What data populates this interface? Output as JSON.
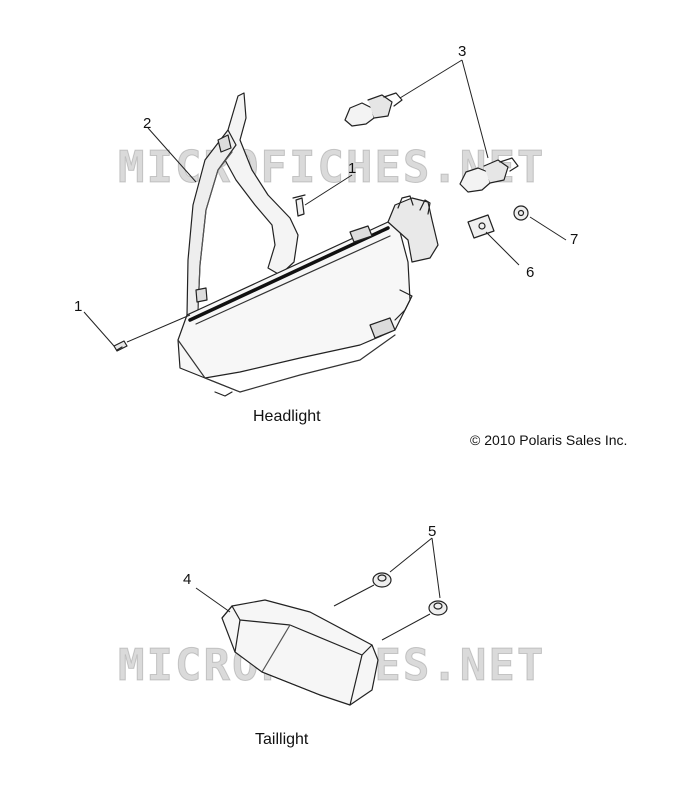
{
  "watermark": "MICROFICHES.NET",
  "captions": {
    "headlight": "Headlight",
    "taillight": "Taillight"
  },
  "copyright": "© 2010 Polaris Sales Inc.",
  "callouts": {
    "screw_left": "1",
    "screw_top": "1",
    "housing": "2",
    "bulbs": "3",
    "taillight": "4",
    "grommets": "5",
    "clip": "6",
    "push_nut": "7"
  }
}
